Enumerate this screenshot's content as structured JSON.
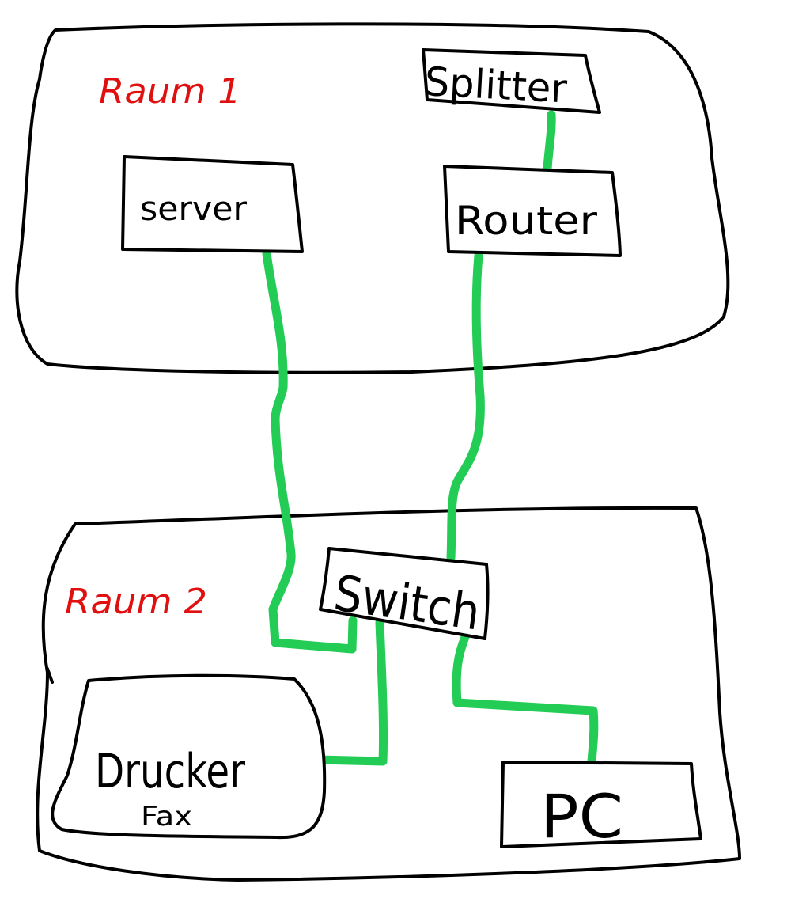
{
  "colors": {
    "outline": "#000000",
    "cable": "#22cc55",
    "room_label": "#e01010",
    "background": "#ffffff"
  },
  "rooms": {
    "room1": {
      "label": "Raum 1"
    },
    "room2": {
      "label": "Raum 2"
    }
  },
  "devices": {
    "splitter": {
      "label": "Splitter"
    },
    "server": {
      "label": "server"
    },
    "router": {
      "label": "Router"
    },
    "switch": {
      "label": "Switch"
    },
    "drucker": {
      "label": "Drucker",
      "sublabel": "Fax"
    },
    "pc": {
      "label": "PC"
    }
  },
  "connections": [
    {
      "from": "Splitter",
      "to": "Router"
    },
    {
      "from": "server",
      "to": "Switch"
    },
    {
      "from": "Router",
      "to": "Switch"
    },
    {
      "from": "Switch",
      "to": "Drucker"
    },
    {
      "from": "Switch",
      "to": "PC"
    }
  ]
}
